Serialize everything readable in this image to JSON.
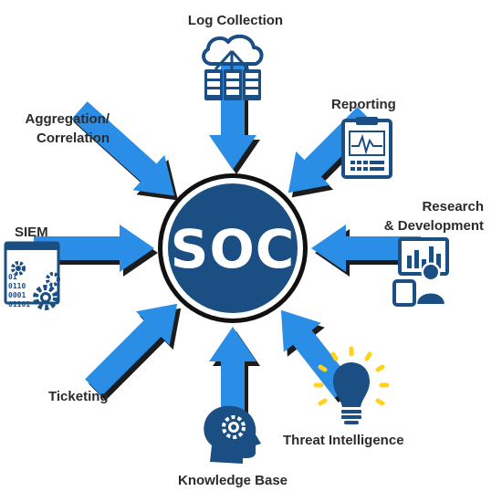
{
  "center": {
    "label": "SOC"
  },
  "nodes": [
    {
      "key": "log-collection",
      "label": "Log Collection",
      "icon": "cloud-servers-icon"
    },
    {
      "key": "reporting",
      "label": "Reporting",
      "icon": "report-chart-icon"
    },
    {
      "key": "research",
      "label": "Research\n& Development",
      "icon": "presentation-person-icon"
    },
    {
      "key": "threat-intel",
      "label": "Threat Intelligence",
      "icon": "lightbulb-icon"
    },
    {
      "key": "knowledge-base",
      "label": "Knowledge Base",
      "icon": "head-gear-icon"
    },
    {
      "key": "ticketing",
      "label": "Ticketing",
      "icon": ""
    },
    {
      "key": "siem",
      "label": "SIEM",
      "icon": "binary-gears-icon",
      "icon_text": [
        "01",
        "0110",
        "0001",
        "01101"
      ]
    },
    {
      "key": "aggregation",
      "label": "Aggregation/\nCorrelation",
      "icon": ""
    }
  ],
  "colors": {
    "arrow": "#2a8ee6",
    "arrow_shadow": "#1c1c1c",
    "hub": "#1b4e82",
    "hub_ring": "#ffffff",
    "hub_edge": "#111111",
    "icon": "#1b4e82",
    "bulb_rays": "#ffd21f"
  }
}
